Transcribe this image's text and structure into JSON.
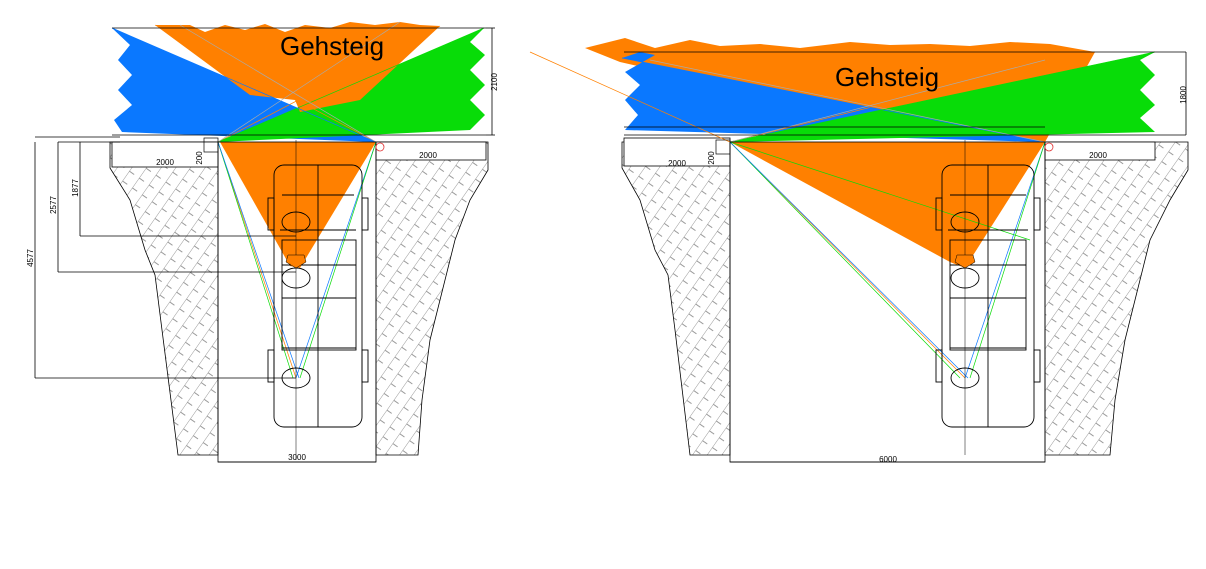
{
  "colors": {
    "orange": "#FF8000",
    "blue": "#0A78FF",
    "green": "#08DC08",
    "hatch": "#9a9a9a",
    "line": "#000000"
  },
  "left": {
    "label": "Gehsteig",
    "depth": "2100",
    "sidewalk_left": "2000",
    "sidewalk_right": "2000",
    "setback": "200",
    "dist_1": "1877",
    "dist_2": "2577",
    "dist_3": "4577",
    "width": "3000"
  },
  "right": {
    "label": "Gehsteig",
    "depth": "1800",
    "sidewalk_left": "2000",
    "sidewalk_right": "2000",
    "setback": "200",
    "width": "6000"
  }
}
